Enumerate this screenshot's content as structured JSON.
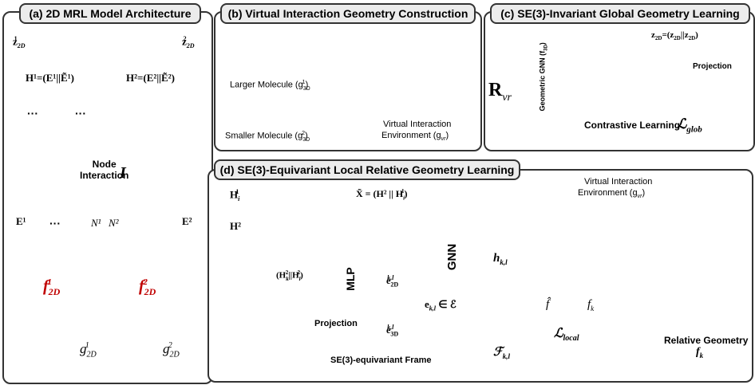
{
  "panels": {
    "a": {
      "title": "(a) 2D MRL Model Architecture"
    },
    "b": {
      "title": "(b) Virtual Interaction Geometry Construction"
    },
    "c": {
      "title": "(c) SE(3)-Invariant Global Geometry Learning"
    },
    "d": {
      "title": "(d) SE(3)-Equivariant Local Relative Geometry Learning"
    }
  },
  "a": {
    "z1": "z",
    "z1_sub": "2D",
    "z1_sup": "1",
    "z2": "z",
    "z2_sub": "2D",
    "z2_sup": "2",
    "h1": "H¹=(E¹||Ẽ¹)",
    "h2": "H²=(E²||Ẽ²)",
    "ellipsis": "···",
    "node_interaction": "Node\nInteraction",
    "interaction_symbol": "I",
    "e1": "E¹",
    "n1": "N¹",
    "n2": "N²",
    "e2": "E²",
    "f1": "f",
    "f1_sub": "2D",
    "f1_sup": "1",
    "f2": "f",
    "f2_sub": "2D",
    "f2_sup": "2",
    "g1": "g",
    "g1_sub": "2D",
    "g1_sup": "1",
    "g2": "g",
    "g2_sub": "2D",
    "g2_sup": "2"
  },
  "b": {
    "larger": "Larger Molecule (g",
    "larger_sub": "3D",
    "larger_sup": "1",
    "smaller": "Smaller Molecule (g",
    "smaller_sub": "3D",
    "smaller_sup": "2",
    "virtual": "Virtual Interaction",
    "environment": "Environment (g",
    "env_sub": "vr"
  },
  "c": {
    "rvr": "R",
    "rvr_sub": "vr",
    "gnn": "Geometric GNN (f",
    "gnn_sub": "3D",
    "z2d": "z",
    "z2d_eq": "=(z",
    "z2d_tail": "||z",
    "projection": "Projection",
    "contrastive": "Contrastive Learning",
    "lglob": "ℒ",
    "lglob_sub": "glob"
  },
  "d": {
    "hi1": "H",
    "hi1_sub": "i",
    "hi1_sup": "1",
    "h2": "H²",
    "xtilde": "X̃ = (H² || H",
    "xtilde_sub": "i",
    "xtilde_sup": "1",
    "hk2": "(H",
    "hk2_rest": "||H",
    "mlp": "MLP",
    "gnn": "GNN",
    "e2d": "e",
    "e2d_sub": "2D",
    "e2d_sup": "k,l",
    "e3d": "e",
    "e3d_sub": "3D",
    "e3d_sup": "k,l",
    "ekl": "e",
    "ekl_sub": "k,l",
    "ekl_rest": " ∈ ℰ",
    "hkl": "h",
    "hkl_sub": "k,l",
    "fkl": "ℱ",
    "fkl_sub": "k,l",
    "projection": "Projection",
    "frame": "SE(3)-equivariant Frame",
    "fhat": "f̂",
    "fk": "f",
    "fk_sub": "k",
    "llocal": "ℒ",
    "llocal_sub": "local",
    "virtual": "Virtual Interaction",
    "environment": "Environment (g",
    "env_sub": "vr",
    "relgeo": "Relative Geometry",
    "relgeo_f": "f",
    "relgeo_sub": "k"
  },
  "colors": {
    "blue": "#2e6cb5",
    "orange": "#c8703e",
    "green": "#4fa07a",
    "purple": "#8a3fd1",
    "gray": "#9a9a9a",
    "pink": "#f7c6d6",
    "red": "#c00000",
    "magenta": "#e0357a",
    "yellow": "#f5c200"
  }
}
